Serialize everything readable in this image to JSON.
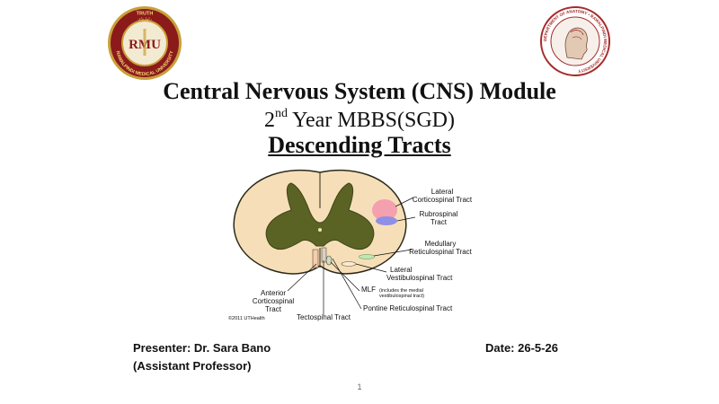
{
  "logos": {
    "left": {
      "top_text": "TRUTH",
      "arabic_text": "راولپنڈی",
      "monogram": "RMU",
      "ring_text": "RAWALPINDI MEDICAL UNIVERSITY",
      "colors": {
        "ring": "#8b1a1a",
        "gold": "#c8a03a"
      }
    },
    "right": {
      "ring_text": "DEPARTMENT OF ANATOMY • RAWALPINDI MEDICAL UNIVERSITY",
      "colors": {
        "ring": "#a62a2a"
      }
    }
  },
  "title": {
    "main": "Central Nervous System (CNS) Module",
    "year_number": "2",
    "year_suffix": "nd",
    "year_rest": " Year MBBS(SGD)",
    "topic": "Descending Tracts"
  },
  "diagram": {
    "labels": {
      "lateral_cs_1": "Lateral",
      "lateral_cs_2": "Corticospinal Tract",
      "rubrospinal_1": "Rubrospinal",
      "rubrospinal_2": "Tract",
      "medullary_1": "Medullary",
      "medullary_2": "Reticulospinal Tract",
      "lateral_vs_1": "Lateral",
      "lateral_vs_2": "Vestibulospinal Tract",
      "mlf_1": "MLF",
      "mlf_1b": "(includes the medial",
      "mlf_2": "vestibulospinal tract)",
      "pontine": "Pontine Reticulospinal Tract",
      "anterior_cs_1": "Anterior",
      "anterior_cs_2": "Corticospinal",
      "anterior_cs_3": "Tract",
      "tectospinal": "Tectospinal Tract",
      "copyright": "©2011 UTHealth"
    },
    "colors": {
      "white_matter": "#f6dfb8",
      "gray_matter": "#5a6324",
      "lateral_cs": "#f4a0ae",
      "rubrospinal": "#8f8fe6",
      "medullary": "#bde8b3"
    }
  },
  "presenter": {
    "name": "Presenter: Dr. Sara Bano",
    "role": "(Assistant Professor)"
  },
  "date": "Date: 26-5-26",
  "page_number": "1"
}
